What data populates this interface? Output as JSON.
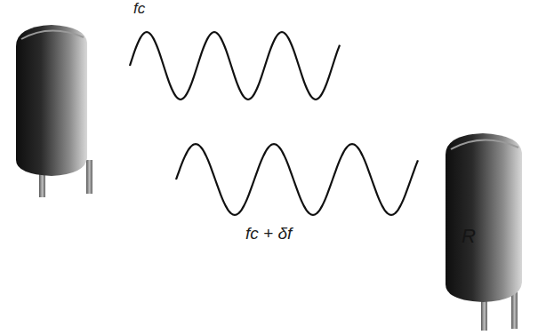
{
  "diagram": {
    "nodes": [
      {
        "text": [
          "R"
        ]
      }
    ],
    "labels": [
      "fc",
      "fc + δf"
    ]
  }
}
